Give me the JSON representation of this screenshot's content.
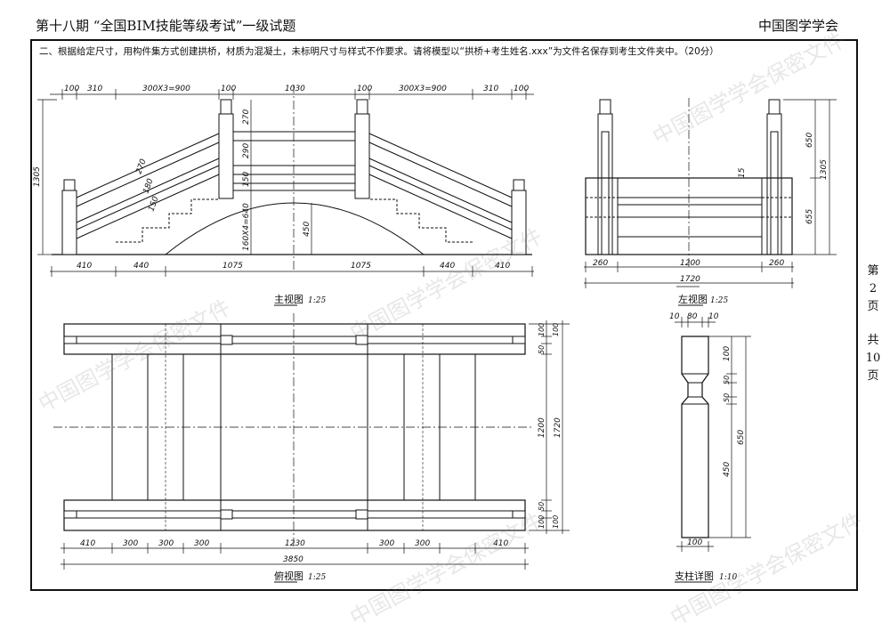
{
  "header": {
    "left_title": "第十八期 “全国BIM技能等级考试”一级试题",
    "right_title": "中国图学学会"
  },
  "instruction": "二、根据给定尺寸，用构件集方式创建拱桥，材质为混凝土，未标明尺寸与样式不作要求。请将模型以“拱桥+考生姓名.xxx”为文件名保存到考生文件夹中。（20分）",
  "page_info": {
    "page_chars": [
      "第",
      "2",
      "页"
    ],
    "total_chars": [
      "共",
      "10",
      "页"
    ]
  },
  "watermark": "中国图学学会保密文件",
  "views": {
    "front": {
      "title": "主视图",
      "scale": "1:25"
    },
    "left": {
      "title": "左视图",
      "scale": "1:25"
    },
    "top": {
      "title": "俯视图",
      "scale": "1:25"
    },
    "post": {
      "title": "支柱详图",
      "scale": "1:10"
    }
  },
  "dims": {
    "front_top": [
      "100",
      "310",
      "300X3=900",
      "100",
      "1030",
      "100",
      "300X3=900",
      "310",
      "100"
    ],
    "front_bottom": [
      "410",
      "440",
      "1075",
      "1075",
      "440",
      "410"
    ],
    "front_left_height": "1305",
    "front_center": [
      "270",
      "290",
      "150",
      "450",
      "160X4=640"
    ],
    "front_slope": [
      "270",
      "180",
      "150"
    ],
    "left_bottom": [
      "260",
      "1200",
      "260"
    ],
    "left_total": "1720",
    "left_right": [
      "650",
      "655",
      "1305"
    ],
    "left_rail_dim": "15",
    "top_bottom": [
      "410",
      "300",
      "300",
      "300",
      "1230",
      "300",
      "300",
      "410"
    ],
    "top_total": "3850",
    "top_right_inner": [
      "100",
      "100",
      "50",
      "1200",
      "50",
      "100",
      "100"
    ],
    "top_right_total": "1720",
    "post_top": [
      "10",
      "80",
      "10"
    ],
    "post_left": [
      "100",
      "50",
      "50",
      "450"
    ],
    "post_right": "650",
    "post_bottom": "100"
  }
}
